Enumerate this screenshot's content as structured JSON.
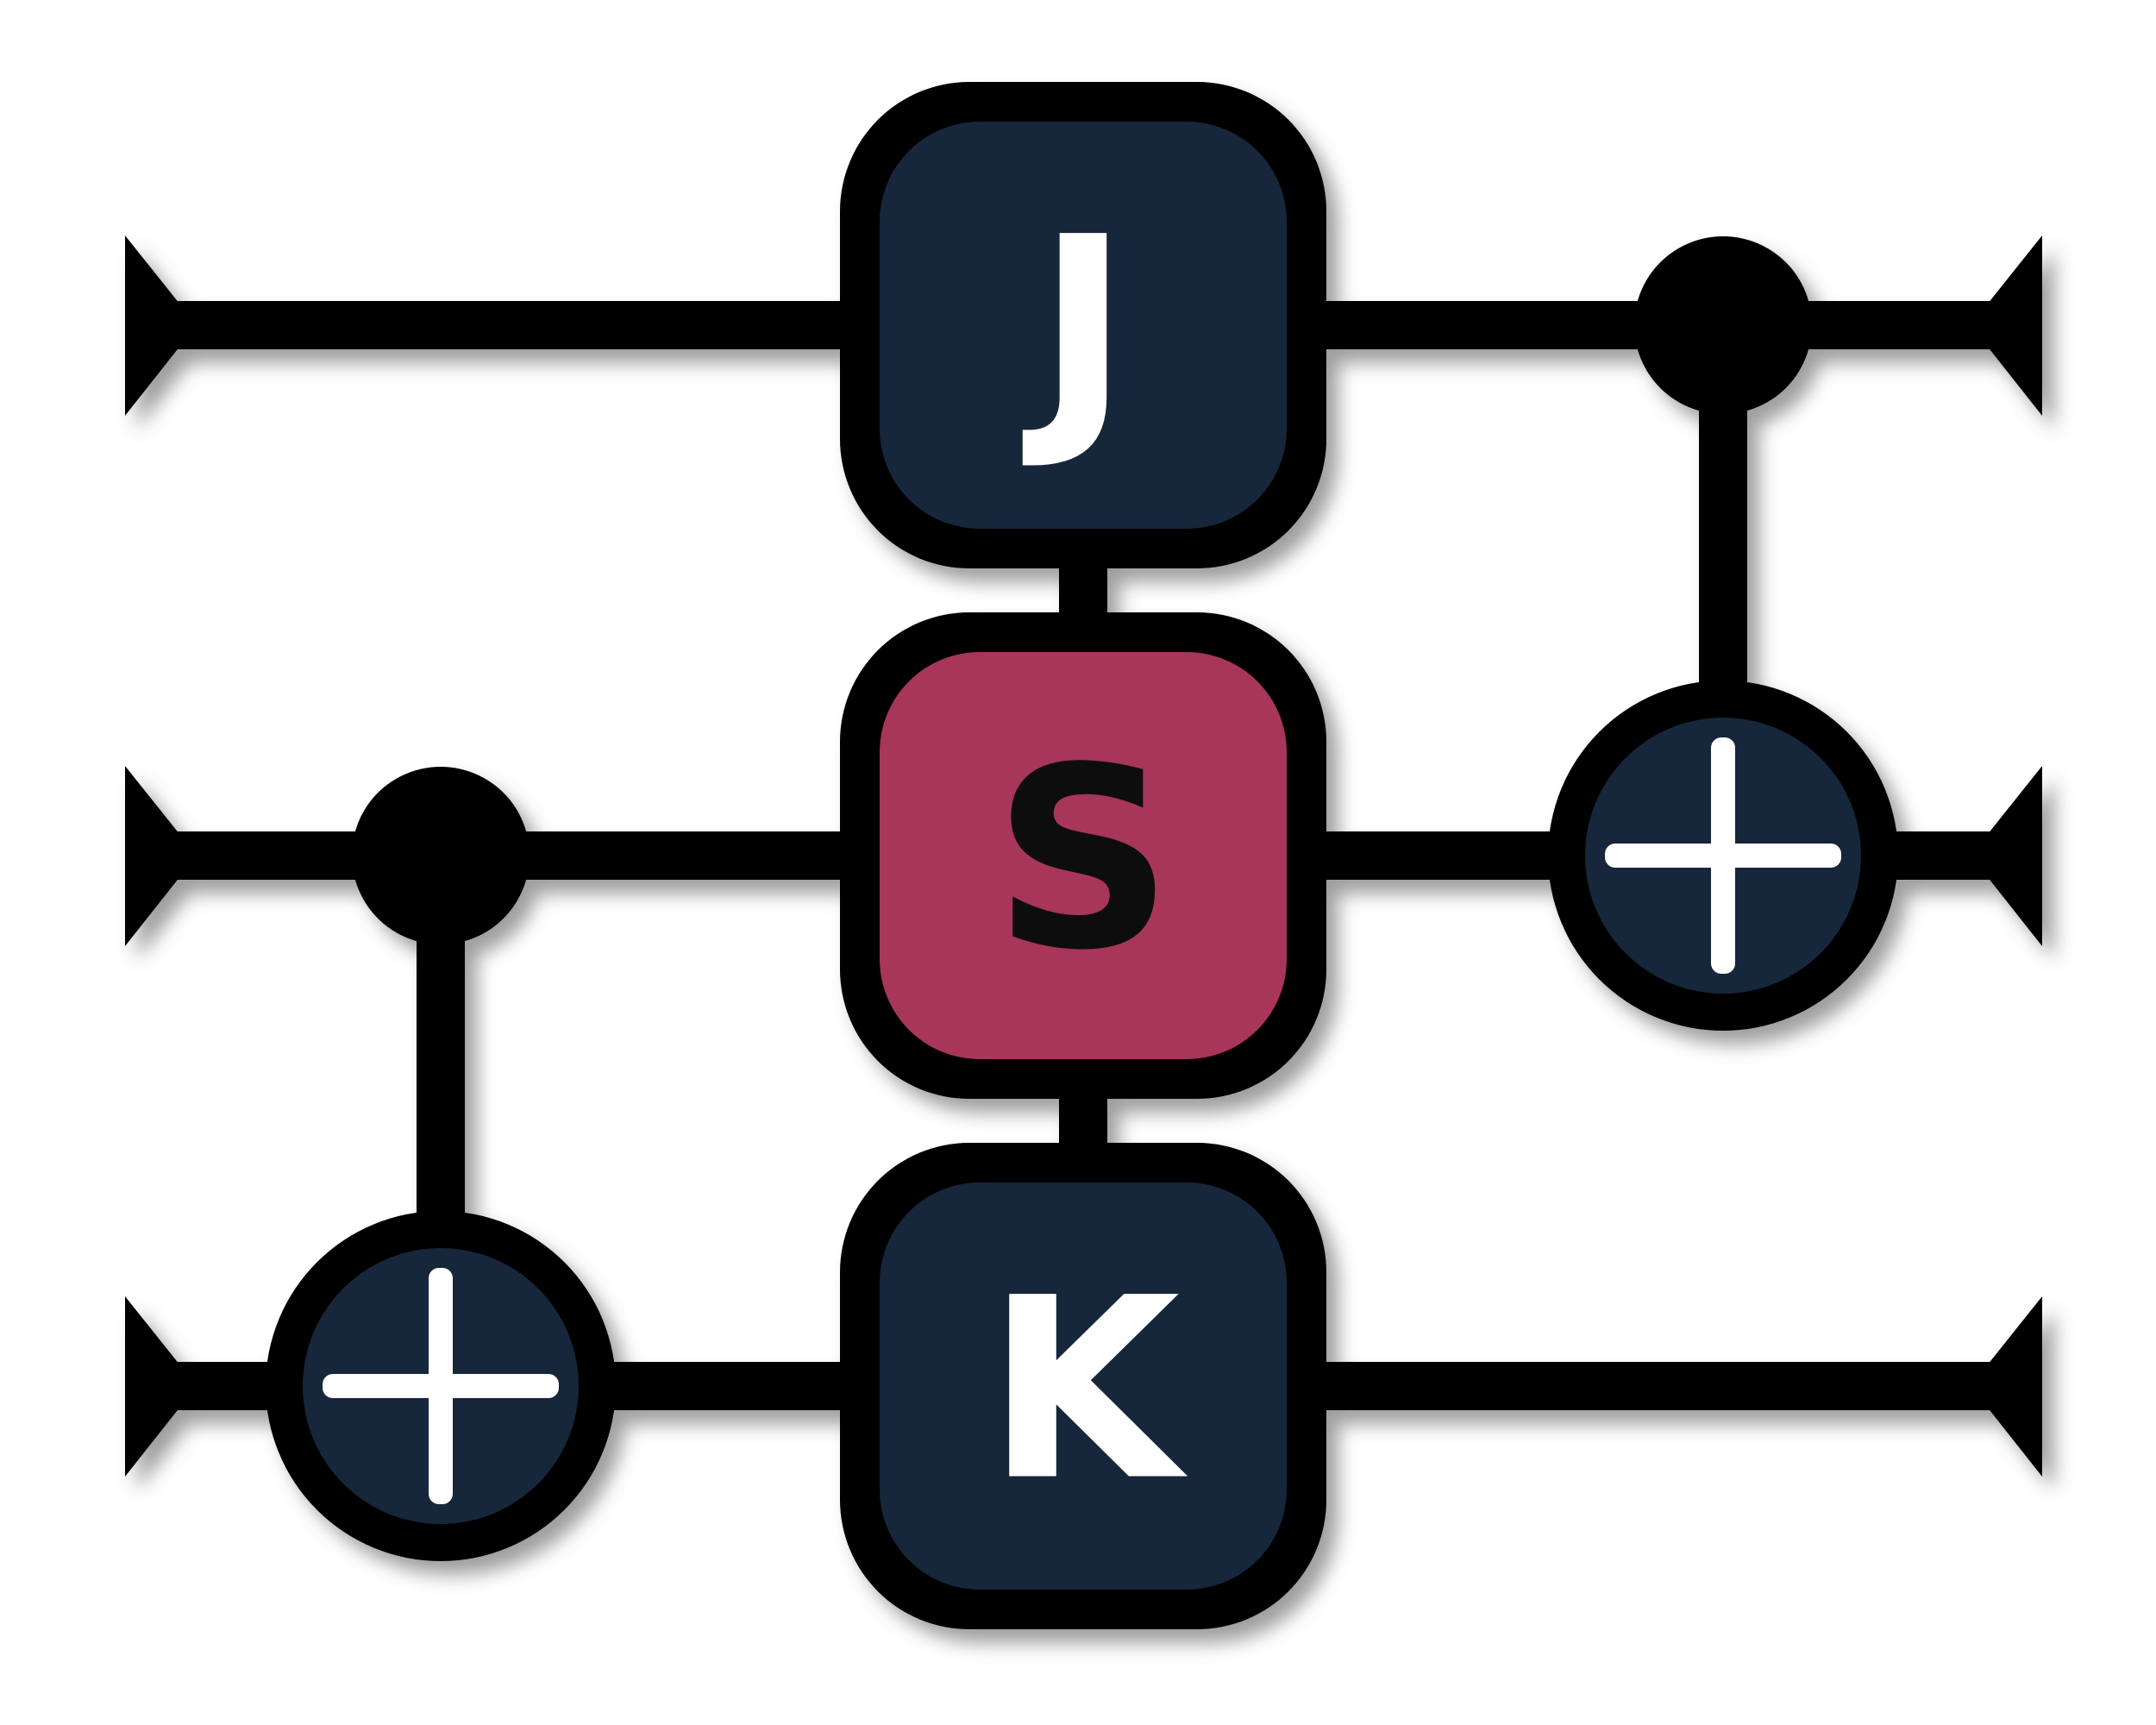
{
  "colors": {
    "background": "#ffffff",
    "stroke": "#000000",
    "gate_dark": "#15273b",
    "gate_accent": "#a8365a",
    "label_light": "#ffffff",
    "label_dark": "#111111"
  },
  "circuit": {
    "wires": 3,
    "gates": [
      {
        "id": "J",
        "label": "J",
        "wire": 0,
        "fill": "dark"
      },
      {
        "id": "S",
        "label": "S",
        "wire": 1,
        "fill": "accent"
      },
      {
        "id": "K",
        "label": "K",
        "wire": 2,
        "fill": "dark"
      }
    ],
    "cnots": [
      {
        "control_wire": 1,
        "target_wire": 2,
        "position": "left",
        "target_icon": "plus-icon"
      },
      {
        "control_wire": 0,
        "target_wire": 1,
        "position": "right",
        "target_icon": "plus-icon"
      }
    ]
  }
}
